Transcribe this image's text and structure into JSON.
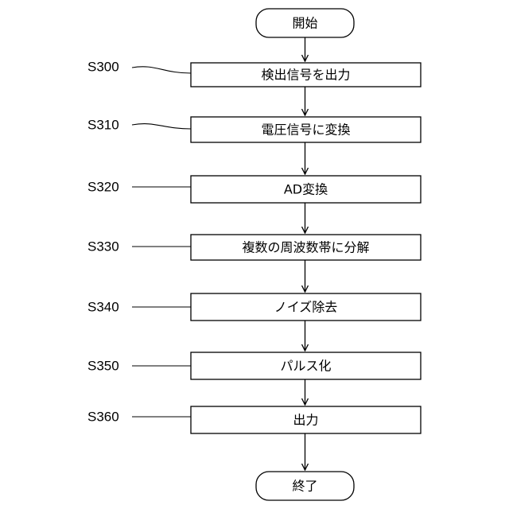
{
  "start": "開始",
  "end": "終了",
  "steps": [
    {
      "id": "S300",
      "text": "検出信号を出力"
    },
    {
      "id": "S310",
      "text": "電圧信号に変換"
    },
    {
      "id": "S320",
      "text": "AD変換"
    },
    {
      "id": "S330",
      "text": "複数の周波数帯に分解"
    },
    {
      "id": "S340",
      "text": "ノイズ除去"
    },
    {
      "id": "S350",
      "text": "パルス化"
    },
    {
      "id": "S360",
      "text": "出力"
    }
  ]
}
